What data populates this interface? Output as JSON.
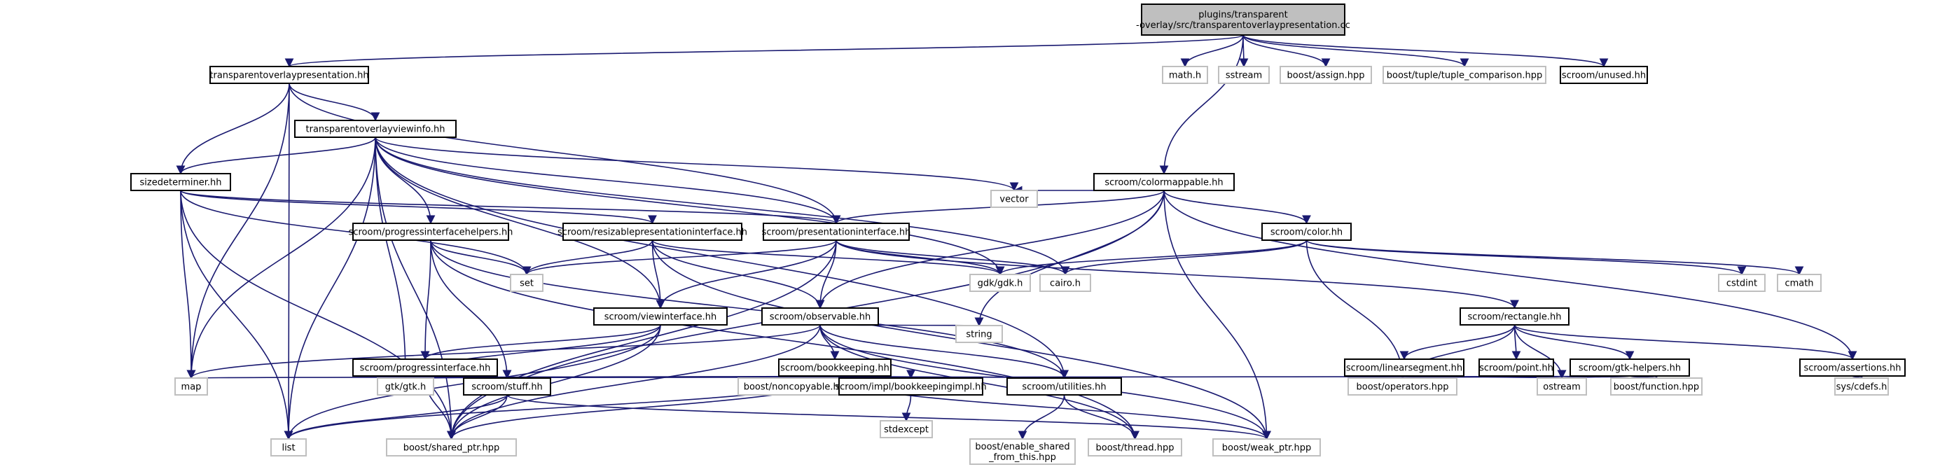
{
  "graph": {
    "colors": {
      "edge": "#191970",
      "root_fill": "#bfbfbf",
      "header_border": "#000000",
      "external_border": "#bfbfbf"
    },
    "nodes": [
      {
        "id": "root",
        "lines": [
          "plugins/transparent",
          "-overlay/src/transparentoverlaypresentation.cc"
        ],
        "kind": "root"
      },
      {
        "id": "top",
        "lines": [
          "transparentoverlaypresentation.hh"
        ],
        "kind": "header"
      },
      {
        "id": "mathh",
        "lines": [
          "math.h"
        ],
        "kind": "external"
      },
      {
        "id": "sstream",
        "lines": [
          "sstream"
        ],
        "kind": "external"
      },
      {
        "id": "assign",
        "lines": [
          "boost/assign.hpp"
        ],
        "kind": "external"
      },
      {
        "id": "tuple",
        "lines": [
          "boost/tuple/tuple_comparison.hpp"
        ],
        "kind": "external"
      },
      {
        "id": "unused",
        "lines": [
          "scroom/unused.hh"
        ],
        "kind": "header"
      },
      {
        "id": "tovi",
        "lines": [
          "transparentoverlayviewinfo.hh"
        ],
        "kind": "header"
      },
      {
        "id": "cmappable",
        "lines": [
          "scroom/colormappable.hh"
        ],
        "kind": "header"
      },
      {
        "id": "sized",
        "lines": [
          "sizedeterminer.hh"
        ],
        "kind": "header"
      },
      {
        "id": "vector",
        "lines": [
          "vector"
        ],
        "kind": "external"
      },
      {
        "id": "pih",
        "lines": [
          "scroom/progressinterfacehelpers.hh"
        ],
        "kind": "header"
      },
      {
        "id": "rpi",
        "lines": [
          "scroom/resizablepresentationinterface.hh"
        ],
        "kind": "header"
      },
      {
        "id": "pres",
        "lines": [
          "scroom/presentationinterface.hh"
        ],
        "kind": "header"
      },
      {
        "id": "color",
        "lines": [
          "scroom/color.hh"
        ],
        "kind": "header"
      },
      {
        "id": "set",
        "lines": [
          "set"
        ],
        "kind": "external"
      },
      {
        "id": "gdk",
        "lines": [
          "gdk/gdk.h"
        ],
        "kind": "external"
      },
      {
        "id": "cairo",
        "lines": [
          "cairo.h"
        ],
        "kind": "external"
      },
      {
        "id": "cstdint",
        "lines": [
          "cstdint"
        ],
        "kind": "external"
      },
      {
        "id": "cmath",
        "lines": [
          "cmath"
        ],
        "kind": "external"
      },
      {
        "id": "view",
        "lines": [
          "scroom/viewinterface.hh"
        ],
        "kind": "header"
      },
      {
        "id": "obs",
        "lines": [
          "scroom/observable.hh"
        ],
        "kind": "header"
      },
      {
        "id": "rect",
        "lines": [
          "scroom/rectangle.hh"
        ],
        "kind": "header"
      },
      {
        "id": "string",
        "lines": [
          "string"
        ],
        "kind": "external"
      },
      {
        "id": "pi",
        "lines": [
          "scroom/progressinterface.hh"
        ],
        "kind": "header"
      },
      {
        "id": "bk",
        "lines": [
          "scroom/bookkeeping.hh"
        ],
        "kind": "header"
      },
      {
        "id": "lseg",
        "lines": [
          "scroom/linearsegment.hh"
        ],
        "kind": "header"
      },
      {
        "id": "point",
        "lines": [
          "scroom/point.hh"
        ],
        "kind": "header"
      },
      {
        "id": "gtkh",
        "lines": [
          "scroom/gtk-helpers.hh"
        ],
        "kind": "header"
      },
      {
        "id": "assert",
        "lines": [
          "scroom/assertions.hh"
        ],
        "kind": "header"
      },
      {
        "id": "map",
        "lines": [
          "map"
        ],
        "kind": "external"
      },
      {
        "id": "gtk",
        "lines": [
          "gtk/gtk.h"
        ],
        "kind": "external"
      },
      {
        "id": "noncopy",
        "lines": [
          "boost/noncopyable.hpp"
        ],
        "kind": "external"
      },
      {
        "id": "bkimpl",
        "lines": [
          "scroom/impl/bookkeepingimpl.hh"
        ],
        "kind": "header"
      },
      {
        "id": "util",
        "lines": [
          "scroom/utilities.hh"
        ],
        "kind": "header"
      },
      {
        "id": "ops",
        "lines": [
          "boost/operators.hpp"
        ],
        "kind": "external"
      },
      {
        "id": "func",
        "lines": [
          "boost/function.hpp"
        ],
        "kind": "external"
      },
      {
        "id": "ostream",
        "lines": [
          "ostream"
        ],
        "kind": "external"
      },
      {
        "id": "cdefs",
        "lines": [
          "sys/cdefs.h"
        ],
        "kind": "external"
      },
      {
        "id": "stuff",
        "lines": [
          "scroom/stuff.hh"
        ],
        "kind": "header"
      },
      {
        "id": "stdexc",
        "lines": [
          "stdexcept"
        ],
        "kind": "external"
      },
      {
        "id": "list",
        "lines": [
          "list"
        ],
        "kind": "external"
      },
      {
        "id": "shared",
        "lines": [
          "boost/shared_ptr.hpp"
        ],
        "kind": "external"
      },
      {
        "id": "enable",
        "lines": [
          "boost/enable_shared",
          "_from_this.hpp"
        ],
        "kind": "external"
      },
      {
        "id": "thread",
        "lines": [
          "boost/thread.hpp"
        ],
        "kind": "external"
      },
      {
        "id": "weak",
        "lines": [
          "boost/weak_ptr.hpp"
        ],
        "kind": "external"
      }
    ],
    "edges": [
      [
        "root",
        "top"
      ],
      [
        "root",
        "mathh"
      ],
      [
        "root",
        "sstream"
      ],
      [
        "root",
        "assign"
      ],
      [
        "root",
        "tuple"
      ],
      [
        "root",
        "unused"
      ],
      [
        "root",
        "cmappable"
      ],
      [
        "top",
        "tovi"
      ],
      [
        "top",
        "sized"
      ],
      [
        "top",
        "pres"
      ],
      [
        "top",
        "map"
      ],
      [
        "top",
        "list"
      ],
      [
        "tovi",
        "sized"
      ],
      [
        "tovi",
        "vector"
      ],
      [
        "tovi",
        "pih"
      ],
      [
        "tovi",
        "pres"
      ],
      [
        "tovi",
        "cairo"
      ],
      [
        "tovi",
        "view"
      ],
      [
        "tovi",
        "util"
      ],
      [
        "tovi",
        "map"
      ],
      [
        "tovi",
        "gtk"
      ],
      [
        "tovi",
        "list"
      ],
      [
        "tovi",
        "shared"
      ],
      [
        "tovi",
        "gdk"
      ],
      [
        "cmappable",
        "vector"
      ],
      [
        "cmappable",
        "pres"
      ],
      [
        "cmappable",
        "color"
      ],
      [
        "cmappable",
        "obs"
      ],
      [
        "cmappable",
        "string"
      ],
      [
        "cmappable",
        "assert"
      ],
      [
        "cmappable",
        "shared"
      ],
      [
        "cmappable",
        "weak"
      ],
      [
        "sized",
        "rpi"
      ],
      [
        "sized",
        "pres"
      ],
      [
        "sized",
        "set"
      ],
      [
        "sized",
        "map"
      ],
      [
        "sized",
        "list"
      ],
      [
        "sized",
        "shared"
      ],
      [
        "pih",
        "set"
      ],
      [
        "pih",
        "pi"
      ],
      [
        "pih",
        "stuff"
      ],
      [
        "pih",
        "util"
      ],
      [
        "pih",
        "thread"
      ],
      [
        "rpi",
        "set"
      ],
      [
        "rpi",
        "view"
      ],
      [
        "rpi",
        "obs"
      ],
      [
        "rpi",
        "gdk"
      ],
      [
        "rpi",
        "weak"
      ],
      [
        "pres",
        "set"
      ],
      [
        "pres",
        "gdk"
      ],
      [
        "pres",
        "cairo"
      ],
      [
        "pres",
        "view"
      ],
      [
        "pres",
        "obs"
      ],
      [
        "pres",
        "rect"
      ],
      [
        "pres",
        "shared"
      ],
      [
        "color",
        "gdk"
      ],
      [
        "color",
        "cairo"
      ],
      [
        "color",
        "cstdint"
      ],
      [
        "color",
        "cmath"
      ],
      [
        "color",
        "ops"
      ],
      [
        "view",
        "gtk"
      ],
      [
        "view",
        "pi"
      ],
      [
        "view",
        "list"
      ],
      [
        "view",
        "shared"
      ],
      [
        "obs",
        "string"
      ],
      [
        "obs",
        "map"
      ],
      [
        "obs",
        "bk"
      ],
      [
        "obs",
        "util"
      ],
      [
        "obs",
        "shared"
      ],
      [
        "obs",
        "weak"
      ],
      [
        "obs",
        "thread"
      ],
      [
        "rect",
        "lseg"
      ],
      [
        "rect",
        "point"
      ],
      [
        "rect",
        "gtkh"
      ],
      [
        "rect",
        "assert"
      ],
      [
        "rect",
        "ops"
      ],
      [
        "rect",
        "ostream"
      ],
      [
        "pi",
        "shared"
      ],
      [
        "bk",
        "map"
      ],
      [
        "bk",
        "noncopy"
      ],
      [
        "bk",
        "bkimpl"
      ],
      [
        "bk",
        "util"
      ],
      [
        "bk",
        "stuff"
      ],
      [
        "bk",
        "list"
      ],
      [
        "bk",
        "shared"
      ],
      [
        "bk",
        "weak"
      ],
      [
        "lseg",
        "ops"
      ],
      [
        "lseg",
        "ostream"
      ],
      [
        "point",
        "ops"
      ],
      [
        "point",
        "ostream"
      ],
      [
        "gtkh",
        "gtk"
      ],
      [
        "gtkh",
        "func"
      ],
      [
        "gtkh",
        "ostream"
      ],
      [
        "assert",
        "cdefs"
      ],
      [
        "bkimpl",
        "stdexc"
      ],
      [
        "util",
        "enable"
      ],
      [
        "util",
        "thread"
      ],
      [
        "stuff",
        "list"
      ],
      [
        "stuff",
        "shared"
      ],
      [
        "stuff",
        "weak"
      ]
    ]
  }
}
